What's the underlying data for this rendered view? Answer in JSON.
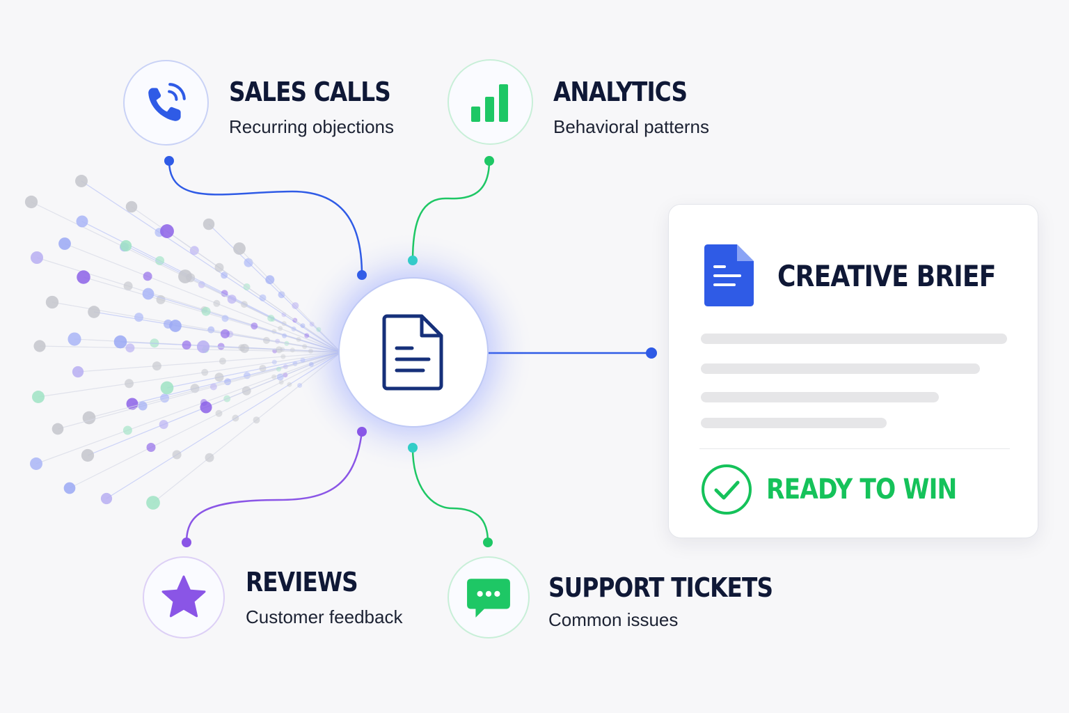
{
  "colors": {
    "blue": "#2f5be6",
    "green": "#1ec765",
    "teal": "#2fd1c5",
    "purple": "#8a55e6",
    "navy": "#0f1836"
  },
  "sources": {
    "sales_calls": {
      "title": "SALES CALLS",
      "subtitle": "Recurring objections",
      "icon": "phone-icon"
    },
    "analytics": {
      "title": "ANALYTICS",
      "subtitle": "Behavioral patterns",
      "icon": "bar-chart-icon"
    },
    "reviews": {
      "title": "REVIEWS",
      "subtitle": "Customer feedback",
      "icon": "star-icon"
    },
    "support_tickets": {
      "title": "SUPPORT TICKETS",
      "subtitle": "Common issues",
      "icon": "chat-bubble-icon"
    }
  },
  "hub": {
    "icon": "document-icon"
  },
  "brief": {
    "title": "CREATIVE BRIEF",
    "icon": "document-icon",
    "status": "READY TO WIN",
    "status_icon": "check-circle-icon"
  }
}
